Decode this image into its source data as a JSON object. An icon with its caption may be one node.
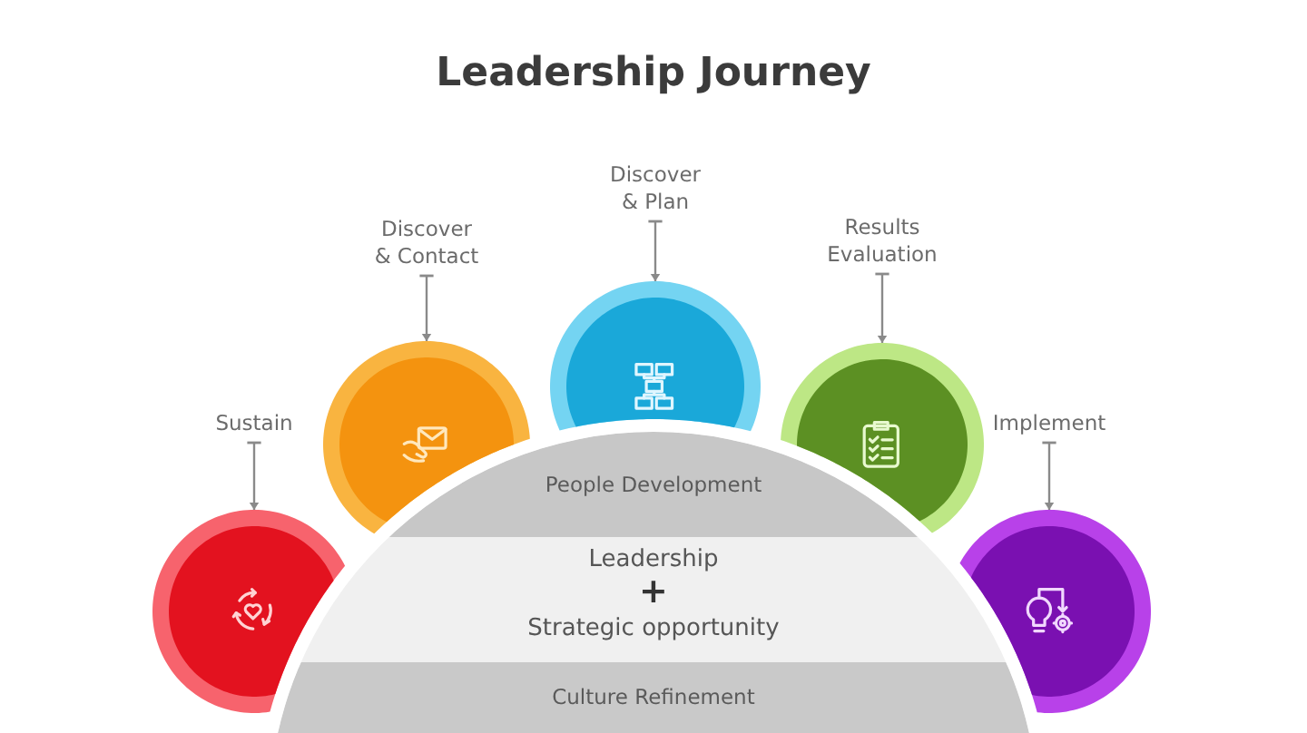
{
  "diagram": {
    "title": "Leadership Journey",
    "nodes": [
      {
        "text": [
          "Sustain"
        ]
      },
      {
        "text": [],
        "shape": "circle"
      },
      {
        "text": [
          "Discover & Contact"
        ]
      },
      {
        "text": [],
        "shape": "circle"
      },
      {
        "text": [
          "Discover & Plan"
        ]
      },
      {
        "text": [],
        "shape": "circle"
      },
      {
        "text": [
          "Results Evaluation"
        ]
      },
      {
        "text": [],
        "shape": "circle"
      },
      {
        "text": [
          "Implement"
        ]
      },
      {
        "text": [],
        "shape": "circle"
      },
      {
        "text": [
          "Leadership",
          "+",
          "Strategic opportunity"
        ]
      },
      {
        "text": [
          "People Development"
        ],
        "in": 10
      },
      {
        "text": [
          "Culture Refinement"
        ],
        "in": 10
      }
    ],
    "edges": [
      {
        "from": 0,
        "to": 1,
        "arrow": "to"
      },
      {
        "from": 2,
        "to": 3,
        "arrow": "to"
      },
      {
        "from": 4,
        "to": 5,
        "arrow": "to"
      },
      {
        "from": 6,
        "to": 7,
        "arrow": "to"
      },
      {
        "from": 8,
        "to": 9,
        "arrow": "to"
      }
    ]
  }
}
